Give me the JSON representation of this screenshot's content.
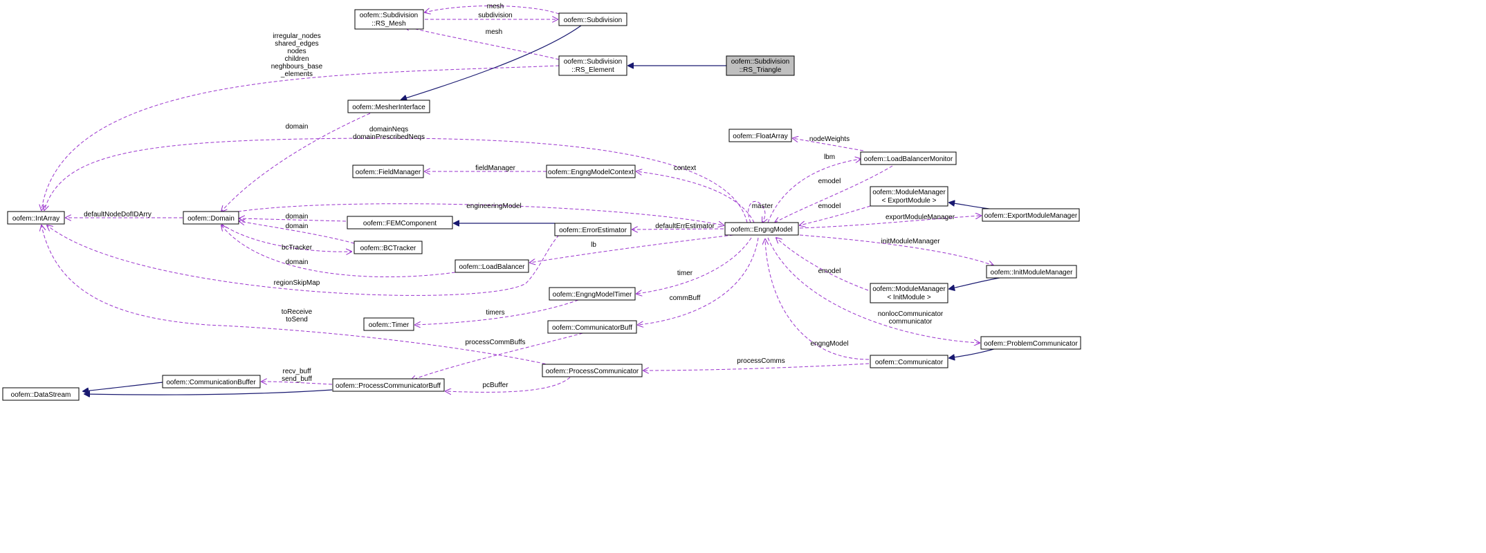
{
  "nodes": {
    "rs_triangle_l1": "oofem::Subdivision",
    "rs_triangle_l2": "::RS_Triangle",
    "rs_element_l1": "oofem::Subdivision",
    "rs_element_l2": "::RS_Element",
    "rs_mesh_l1": "oofem::Subdivision",
    "rs_mesh_l2": "::RS_Mesh",
    "subdivision": "oofem::Subdivision",
    "mesher_interface": "oofem::MesherInterface",
    "int_array": "oofem::IntArray",
    "domain": "oofem::Domain",
    "fem_component": "oofem::FEMComponent",
    "bc_tracker": "oofem::BCTracker",
    "load_balancer": "oofem::LoadBalancer",
    "field_manager": "oofem::FieldManager",
    "engng_model_context": "oofem::EngngModelContext",
    "error_estimator": "oofem::ErrorEstimator",
    "engng_model": "oofem::EngngModel",
    "float_array": "oofem::FloatArray",
    "load_balancer_monitor": "oofem::LoadBalancerMonitor",
    "module_manager_export_l1": "oofem::ModuleManager",
    "module_manager_export_l2": "< ExportModule >",
    "export_module_manager": "oofem::ExportModuleManager",
    "module_manager_init_l1": "oofem::ModuleManager",
    "module_manager_init_l2": "< InitModule >",
    "init_module_manager": "oofem::InitModuleManager",
    "engng_model_timer": "oofem::EngngModelTimer",
    "timer": "oofem::Timer",
    "communicator_buff": "oofem::CommunicatorBuff",
    "problem_communicator": "oofem::ProblemCommunicator",
    "communicator": "oofem::Communicator",
    "process_communicator": "oofem::ProcessCommunicator",
    "communication_buffer": "oofem::CommunicationBuffer",
    "process_communicator_buff": "oofem::ProcessCommunicatorBuff",
    "data_stream": "oofem::DataStream"
  },
  "edge_labels": {
    "mesh_top": "mesh",
    "subdivision": "subdivision",
    "mesh_mid": "mesh",
    "elem_1": "irregular_nodes",
    "elem_2": "shared_edges",
    "elem_3": "nodes",
    "elem_4": "children",
    "elem_5": "neghbours_base",
    "elem_6": "_elements",
    "domain_mesher": "domain",
    "domain_neqs": "domainNeqs",
    "domain_prescribed_neqs": "domainPrescribedNeqs",
    "node_weights": "nodeWeights",
    "lbm": "lbm",
    "field_manager": "fieldManager",
    "context": "context",
    "emodel_lbm": "emodel",
    "emodel_export": "emodel",
    "default_node_dof_id_arry": "defaultNodeDofIDArry",
    "engineering_model": "engineeringModel",
    "master": "master",
    "domain_fem": "domain",
    "domain_bc": "domain",
    "export_module_manager": "exportModuleManager",
    "default_err_estimator": "defaultErrEstimator",
    "lb": "lb",
    "bc_tracker": "bcTracker",
    "init_module_manager": "initModuleManager",
    "domain_lb": "domain",
    "region_skip_map": "regionSkipMap",
    "emodel_init": "emodel",
    "timer": "timer",
    "comm_buff": "commBuff",
    "to_receive": "toReceive",
    "to_send": "toSend",
    "timers": "timers",
    "nonloc_communicator": "nonlocCommunicator",
    "communicator": "communicator",
    "process_comm_buffs": "processCommBuffs",
    "engng_model": "engngModel",
    "process_comms": "processComms",
    "recv_buff": "recv_buff",
    "send_buff": "send_buff",
    "pc_buffer": "pcBuffer"
  },
  "colors": {
    "dependency_edge": "#9a32cd",
    "inheritance_edge": "#191970",
    "highlight_fill": "#bfbfbf"
  }
}
